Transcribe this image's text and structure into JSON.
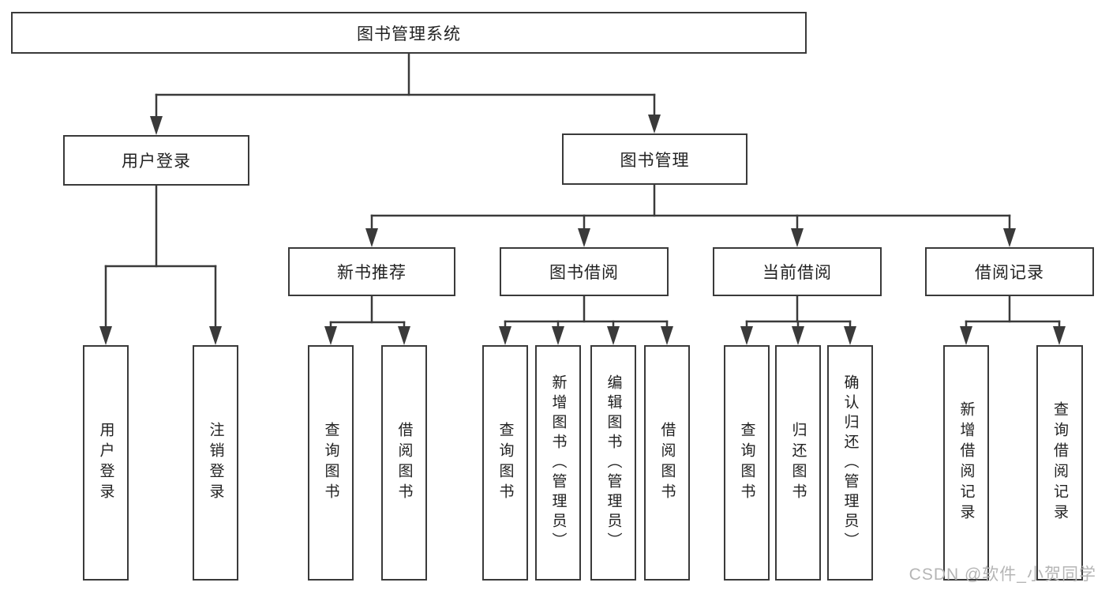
{
  "tree": {
    "root": {
      "label": "图书管理系统"
    },
    "branches": [
      {
        "label": "用户登录",
        "children": [
          {
            "label": "用户登录"
          },
          {
            "label": "注销登录"
          }
        ]
      },
      {
        "label": "图书管理",
        "children": [
          {
            "label": "新书推荐",
            "children": [
              {
                "label": "查询图书"
              },
              {
                "label": "借阅图书"
              }
            ]
          },
          {
            "label": "图书借阅",
            "children": [
              {
                "label": "查询图书"
              },
              {
                "label": "新增图书（管理员）"
              },
              {
                "label": "编辑图书（管理员）"
              },
              {
                "label": "借阅图书"
              }
            ]
          },
          {
            "label": "当前借阅",
            "children": [
              {
                "label": "查询图书"
              },
              {
                "label": "归还图书"
              },
              {
                "label": "确认归还（管理员）"
              }
            ]
          },
          {
            "label": "借阅记录",
            "children": [
              {
                "label": "新增借阅记录"
              },
              {
                "label": "查询借阅记录"
              }
            ]
          }
        ]
      }
    ]
  },
  "watermark": {
    "text": "CSDN @软件_小贺同学"
  },
  "colors": {
    "line": "#3a3a3a",
    "box_border": "#3a3a3a",
    "box_fill": "#ffffff",
    "text": "#222222",
    "watermark": "#b5b5b5"
  }
}
